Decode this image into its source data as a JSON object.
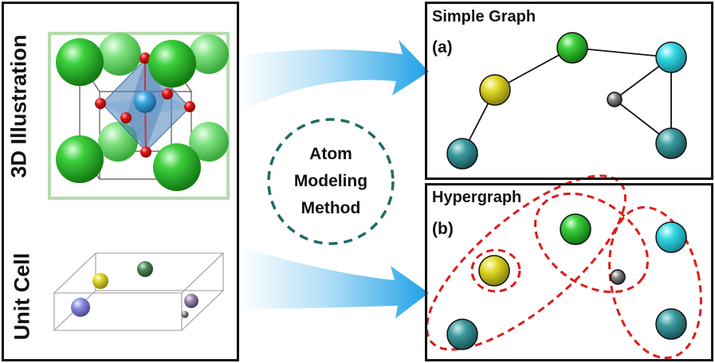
{
  "left_panel": {
    "illustration_label": "3D Illustration",
    "unit_cell_label": "Unit Cell"
  },
  "center": {
    "method_line1": "Atom",
    "method_line2": "Modeling",
    "method_line3": "Method"
  },
  "simple_graph": {
    "title": "Simple Graph",
    "tag": "(a)"
  },
  "hypergraph": {
    "title": "Hypergraph",
    "tag": "(b)"
  },
  "colors": {
    "green_atom": "#2db82d",
    "red_atom": "#dd1111",
    "blue_atom": "#3399dd",
    "yellow_atom": "#d8d21a",
    "cyan_atom": "#2fd3e0",
    "teal_atom": "#2d8a8e",
    "gray_atom": "#777777",
    "hyperedge": "#e01b1b",
    "arrow": "#2aa6e8",
    "method_circle": "#1f6b66"
  }
}
